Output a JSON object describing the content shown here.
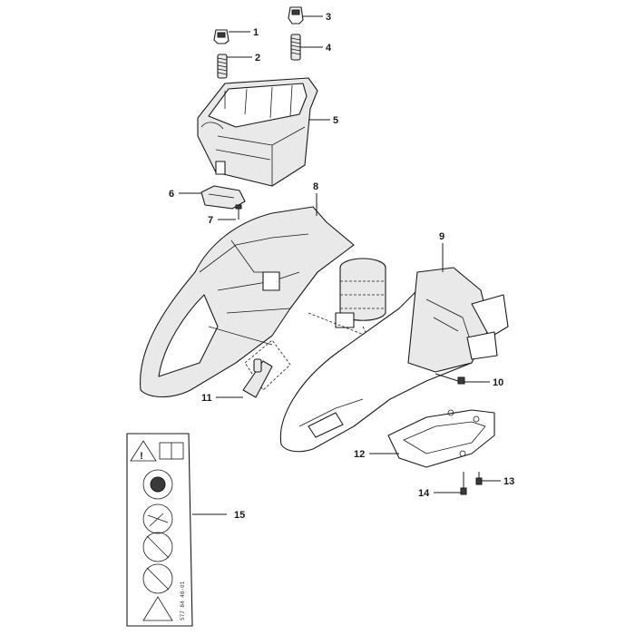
{
  "diagram": {
    "callouts": [
      {
        "id": "1",
        "label": "1"
      },
      {
        "id": "2",
        "label": "2"
      },
      {
        "id": "3",
        "label": "3"
      },
      {
        "id": "4",
        "label": "4"
      },
      {
        "id": "5",
        "label": "5"
      },
      {
        "id": "6",
        "label": "6"
      },
      {
        "id": "7",
        "label": "7"
      },
      {
        "id": "8",
        "label": "8"
      },
      {
        "id": "9",
        "label": "9"
      },
      {
        "id": "10",
        "label": "10"
      },
      {
        "id": "11",
        "label": "11"
      },
      {
        "id": "12",
        "label": "12"
      },
      {
        "id": "13",
        "label": "13"
      },
      {
        "id": "14",
        "label": "14"
      },
      {
        "id": "15",
        "label": "15"
      }
    ],
    "decal_code": "577 84 48-01",
    "colors": {
      "line": "#1a1a1a",
      "fill": "#ffffff",
      "shade": "#e9e9e9"
    }
  }
}
